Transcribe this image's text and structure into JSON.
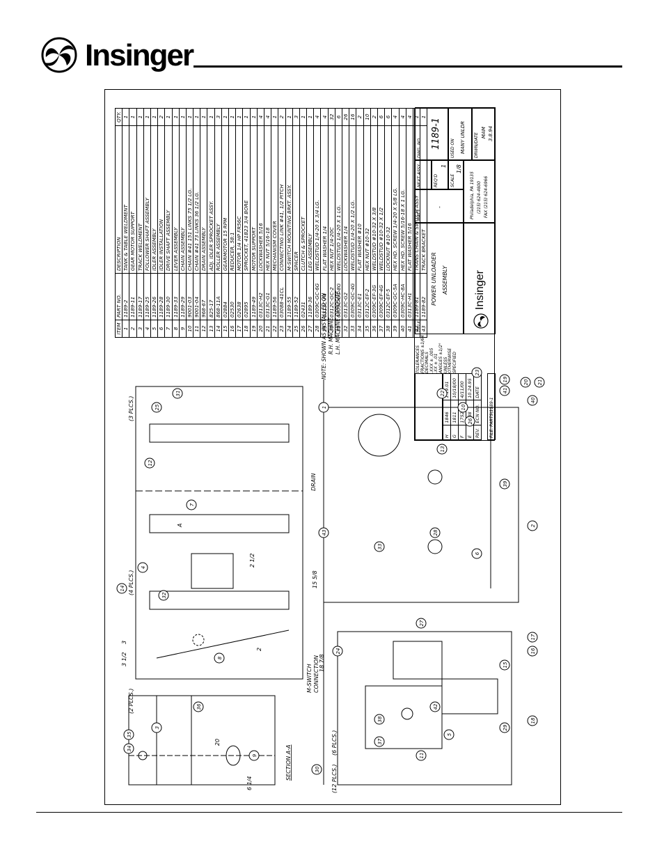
{
  "brand": {
    "name": "Insinger"
  },
  "bom": {
    "headers": {
      "item": "ITEM",
      "part": "PART NO.",
      "desc": "DESCRIPTION",
      "qty": "QTY."
    },
    "rows": [
      [
        "1",
        "1189-2",
        "TANK & TABLE WELDMENT",
        "1"
      ],
      [
        "2",
        "1189-11",
        "GEAR MOTOR SUPPORT",
        "1"
      ],
      [
        "3",
        "1189-17",
        "TRACK WELDMENT",
        "1"
      ],
      [
        "4",
        "1189-25",
        "FOLLOWER SHAFT ASSEMBLY",
        "1"
      ],
      [
        "5",
        "1189-26",
        "IDLER ASSEMBLY",
        "1"
      ],
      [
        "6",
        "1189-28",
        "IDLER INSTALLATION",
        "2"
      ],
      [
        "7",
        "1189-30",
        "DRIVE SHAFT ASSEMBLY",
        "1"
      ],
      [
        "8",
        "1189-33",
        "LEVER ASSEMBLY",
        "1"
      ],
      [
        "9",
        "1189-29",
        "CHAIN ASSEMBLY",
        "1"
      ],
      [
        "10",
        "9001-03",
        "CHAIN #41 151 LINKS 75 1/2 LG.",
        "1"
      ],
      [
        "11",
        "9001-04",
        "CHAIN #41 73 LINKS 36 1/2 LG.",
        "1"
      ],
      [
        "12",
        "968-67",
        "DRAIN ASSEMBLY",
        "1"
      ],
      [
        "13",
        "825-17",
        "ADJ. IDLER SPROCKET ASSY.",
        "1"
      ],
      [
        "14",
        "868-11A",
        "ROLLER ASSEMBLY",
        "3"
      ],
      [
        "15",
        "02884",
        "GEARMOTOR 15 RPM",
        "1"
      ],
      [
        "16",
        "02530",
        "REDUCER, 58:1",
        "1"
      ],
      [
        "17",
        "02638",
        "MOTOR 1/4 HP FR56C",
        "1"
      ],
      [
        "18",
        "02895",
        "SPROCKET, 41B23 3/4 BORE",
        "1"
      ],
      [
        "19",
        "1189-49",
        "MOTOR SUPPORT",
        "1"
      ],
      [
        "20",
        "0313C-H2",
        "LOCKWASHER 5/16",
        "4"
      ],
      [
        "21",
        "0313C-G1",
        "HEX NUT 5/16-18",
        "4"
      ],
      [
        "22",
        "1189-56",
        "MECHANISM COVER",
        "1"
      ],
      [
        "23",
        "03088-41CL",
        "CONNECTING LINK #41, 1/2 PITCH",
        "2"
      ],
      [
        "24",
        "1189-55",
        "M-SWITCH MOUNTING BRKT. ASSY.",
        "1"
      ],
      [
        "25",
        "1189-52",
        "SPACER",
        "3"
      ],
      [
        "26",
        "02431",
        "CLUTCH & SPROCKET",
        "1"
      ],
      [
        "27",
        "1189-36",
        "LEG ASSEMBLY",
        "1"
      ],
      [
        "28",
        "0309C-GC-6G",
        "WELDSTUD 1/4-20 X 3/4 LG.",
        "4"
      ],
      [
        "29",
        "0313C-F4",
        "FLAT WASHER 1/4",
        "4"
      ],
      [
        "30",
        "0312C-GC-2",
        "HEX NUT 1/4-20C",
        "32"
      ],
      [
        "31",
        "0309C-GC-8G",
        "WELDSTUD 1/4-20 X 1 LG.",
        "6"
      ],
      [
        "32",
        "0313C-G2",
        "LOCKWASHER 1/4",
        "26"
      ],
      [
        "33",
        "0309C-GC-4G",
        "WELDSTUD 1/4-20 X 1/2 LG.",
        "16"
      ],
      [
        "34",
        "0313C-E1",
        "FLAT WASHER #10",
        "2"
      ],
      [
        "35",
        "0312C-EF-2",
        "HEX NUT #10-32",
        "10"
      ],
      [
        "36",
        "0309C-EF-3G",
        "WELDSTUD #10-32 X 3/8",
        "2"
      ],
      [
        "37",
        "0309C-EF-4G",
        "WELDSTUD #10-32 X 1/2",
        "6"
      ],
      [
        "38",
        "0312C-EF-5",
        "LOCKNUT #10-32",
        "6"
      ],
      [
        "39",
        "0309C-GC-5A",
        "HEX HD. SCREW 1/4-20 X 5/8 LG.",
        "4"
      ],
      [
        "40",
        "0309C-HC-8A",
        "HEX HD. SCREW 5/16-18 X 1 LG.",
        "4"
      ],
      [
        "41",
        "0313C-H1",
        "FLAT WASHER 5/16",
        "4"
      ],
      [
        "42",
        "1189-81",
        "TRANS CHAIN & SWITCH ASSY",
        "1"
      ],
      [
        "43",
        "1189-82",
        "TRACK BRACKET",
        "1"
      ]
    ]
  },
  "title_block": {
    "title_label": "TITLE",
    "title_line1": "POWER UNLOADER",
    "title_line2": "ASSEMBLY",
    "matl_label": "MAT'L",
    "matl_value": "-",
    "next_assy_label": "NEXT ASSY",
    "dwg_no_label": "DWG. NO.",
    "dwg_no": "1189-1",
    "reqd_label": "REQ'D",
    "reqd_value": "1",
    "scale_label": "SCALE",
    "scale_value": "1/8",
    "used_on_label": "USED ON",
    "used_on_value": "MANY UNLDR",
    "drawn_label": "DRWN/DATE",
    "drawn_by": "MAM",
    "drawn_date": "3.8.94",
    "company": "Insinger",
    "address": "Philadelphia, PA 19135",
    "phone": "(215) 624-4800",
    "fax": "FAX (215) 624-6966",
    "tolerances": [
      "TOLERANCES",
      "FRACTIONS ±1/64",
      "DECIMALS",
      ".XXX ± .005",
      ".XX ± .01",
      "ANGLES ±1/2°",
      "UNLESS",
      "OTHERWISE",
      "SPECIFIED"
    ],
    "revisions": [
      [
        "H",
        "1846",
        "1.19.01"
      ],
      [
        "G",
        "1811",
        "10/18/00"
      ],
      [
        "F",
        "1752",
        "4/11/00"
      ],
      [
        "E",
        "1288",
        "10.24.95"
      ]
    ],
    "rev_header": [
      "REV.",
      "ECN NO.",
      "DATE"
    ],
    "file": "FILE: PARTS\\1189-1"
  },
  "note": {
    "line1": "NOTE:  SHOWN AS INSTALLED ON",
    "line2": "R.H. MACHINE.",
    "line3": "L.H. MACHINE OPPOSITE."
  },
  "labels": {
    "section": "SECTION A-A",
    "drain": "DRAIN",
    "mswitch1": "M-SWITCH",
    "mswitch2": "CONNECTION",
    "dim_20": "20",
    "dim_6_14": "6 1/4",
    "dim_18_78": "18 7/8",
    "dim_3_12": "3 1/2",
    "dim_15_58": "15 5/8",
    "dim_2_12": "2 1/2",
    "dim_3": "3",
    "dim_2": "2",
    "plcs_2": "(2 PLCS.)",
    "plcs_3": "(3 PLCS.)",
    "plcs_4": "(4 PLCS.)",
    "plcs_6": "(6 PLCS.)",
    "plcs_12": "(12 PLCS.)",
    "a_mark": "A"
  }
}
